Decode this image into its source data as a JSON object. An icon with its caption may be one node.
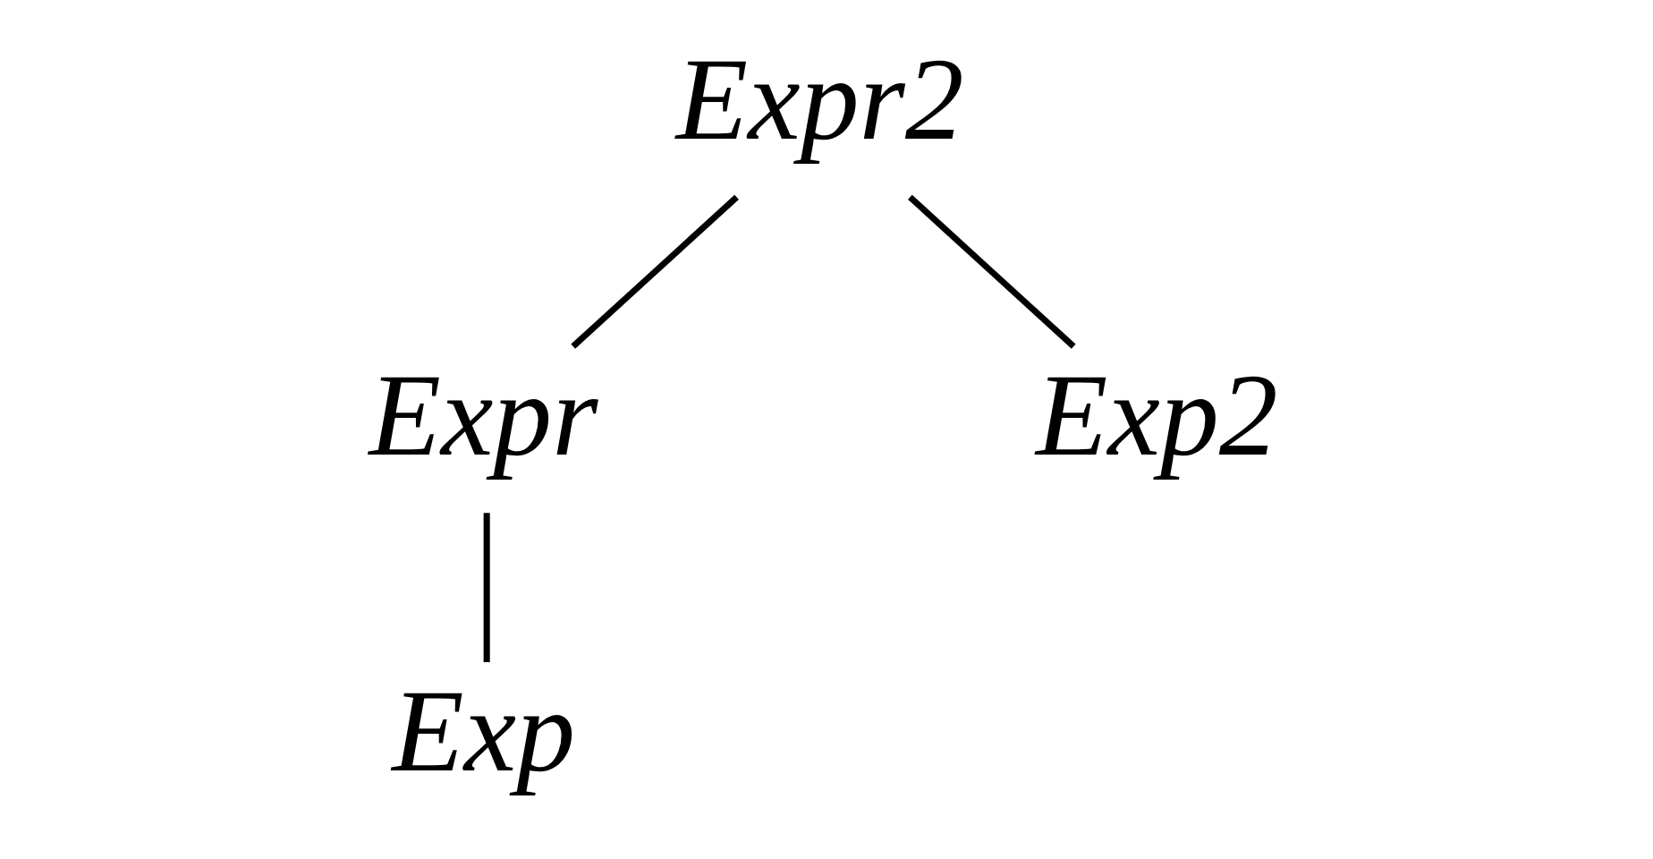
{
  "diagram": {
    "nodes": [
      {
        "text": [
          "Expr2"
        ]
      },
      {
        "text": [
          "Expr"
        ]
      },
      {
        "text": [
          "Exp2"
        ]
      },
      {
        "text": [
          "Exp"
        ]
      }
    ],
    "edges": [
      {
        "from": 0,
        "to": 1,
        "arrow": "none"
      },
      {
        "from": 0,
        "to": 2,
        "arrow": "none"
      },
      {
        "from": 1,
        "to": 3,
        "arrow": "none"
      }
    ]
  }
}
